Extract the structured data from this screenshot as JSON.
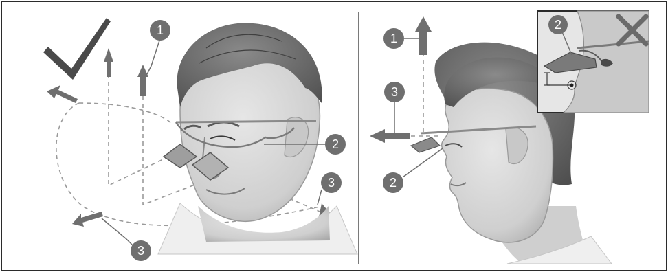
{
  "checkmark_icon": "check-icon",
  "cross_icon": "cross-icon",
  "colors": {
    "callout": "#6f6f6f",
    "arrow": "#6f6f6f",
    "skin": "#d4d4d4",
    "hair": "#6a6a6a",
    "divider": "#7a7a7a"
  },
  "left_panel": {
    "callouts": [
      {
        "id": "top",
        "label": "1"
      },
      {
        "id": "temple",
        "label": "2"
      },
      {
        "id": "right-side",
        "label": "3"
      },
      {
        "id": "bottom",
        "label": "3"
      }
    ]
  },
  "right_panel": {
    "callouts": [
      {
        "id": "top",
        "label": "1"
      },
      {
        "id": "left",
        "label": "3"
      },
      {
        "id": "nose",
        "label": "2"
      }
    ],
    "inset": {
      "callout": {
        "label": "2"
      }
    }
  }
}
